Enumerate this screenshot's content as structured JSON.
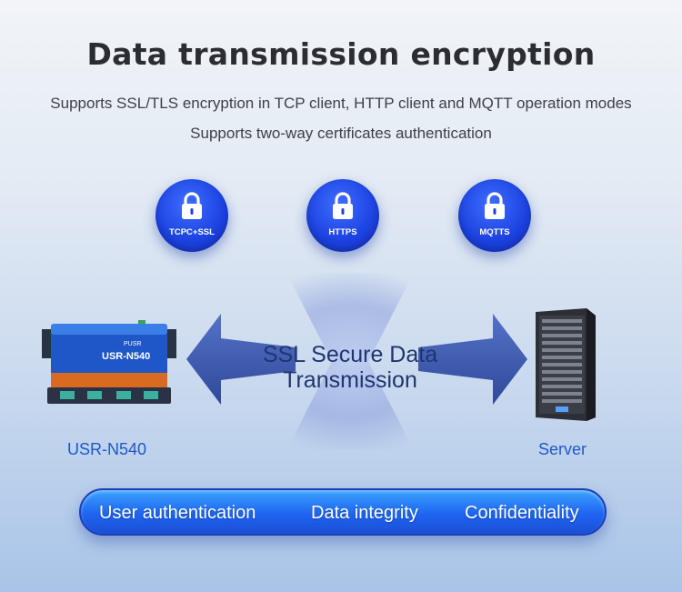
{
  "title": "Data transmission encryption",
  "subtitle_line1": "Supports SSL/TLS encryption in TCP client, HTTP client and MQTT operation modes",
  "subtitle_line2": "Supports two-way certificates authentication",
  "badges": [
    {
      "label": "TCPC+SSL",
      "icon": "lock-icon"
    },
    {
      "label": "HTTPS",
      "icon": "lock-icon"
    },
    {
      "label": "MQTTS",
      "icon": "lock-icon"
    }
  ],
  "center_text_line1": "SSL Secure Data",
  "center_text_line2": "Transmission",
  "device": {
    "brand": "PUSR",
    "model": "USR-N540",
    "caption": "USR-N540"
  },
  "server": {
    "caption": "Server"
  },
  "features": [
    "User authentication",
    "Data integrity",
    "Confidentiality"
  ],
  "colors": {
    "accent": "#1e64f0",
    "badge": "#1b41e0",
    "caption": "#1e58c8",
    "arrow": "#2f4fa8"
  }
}
